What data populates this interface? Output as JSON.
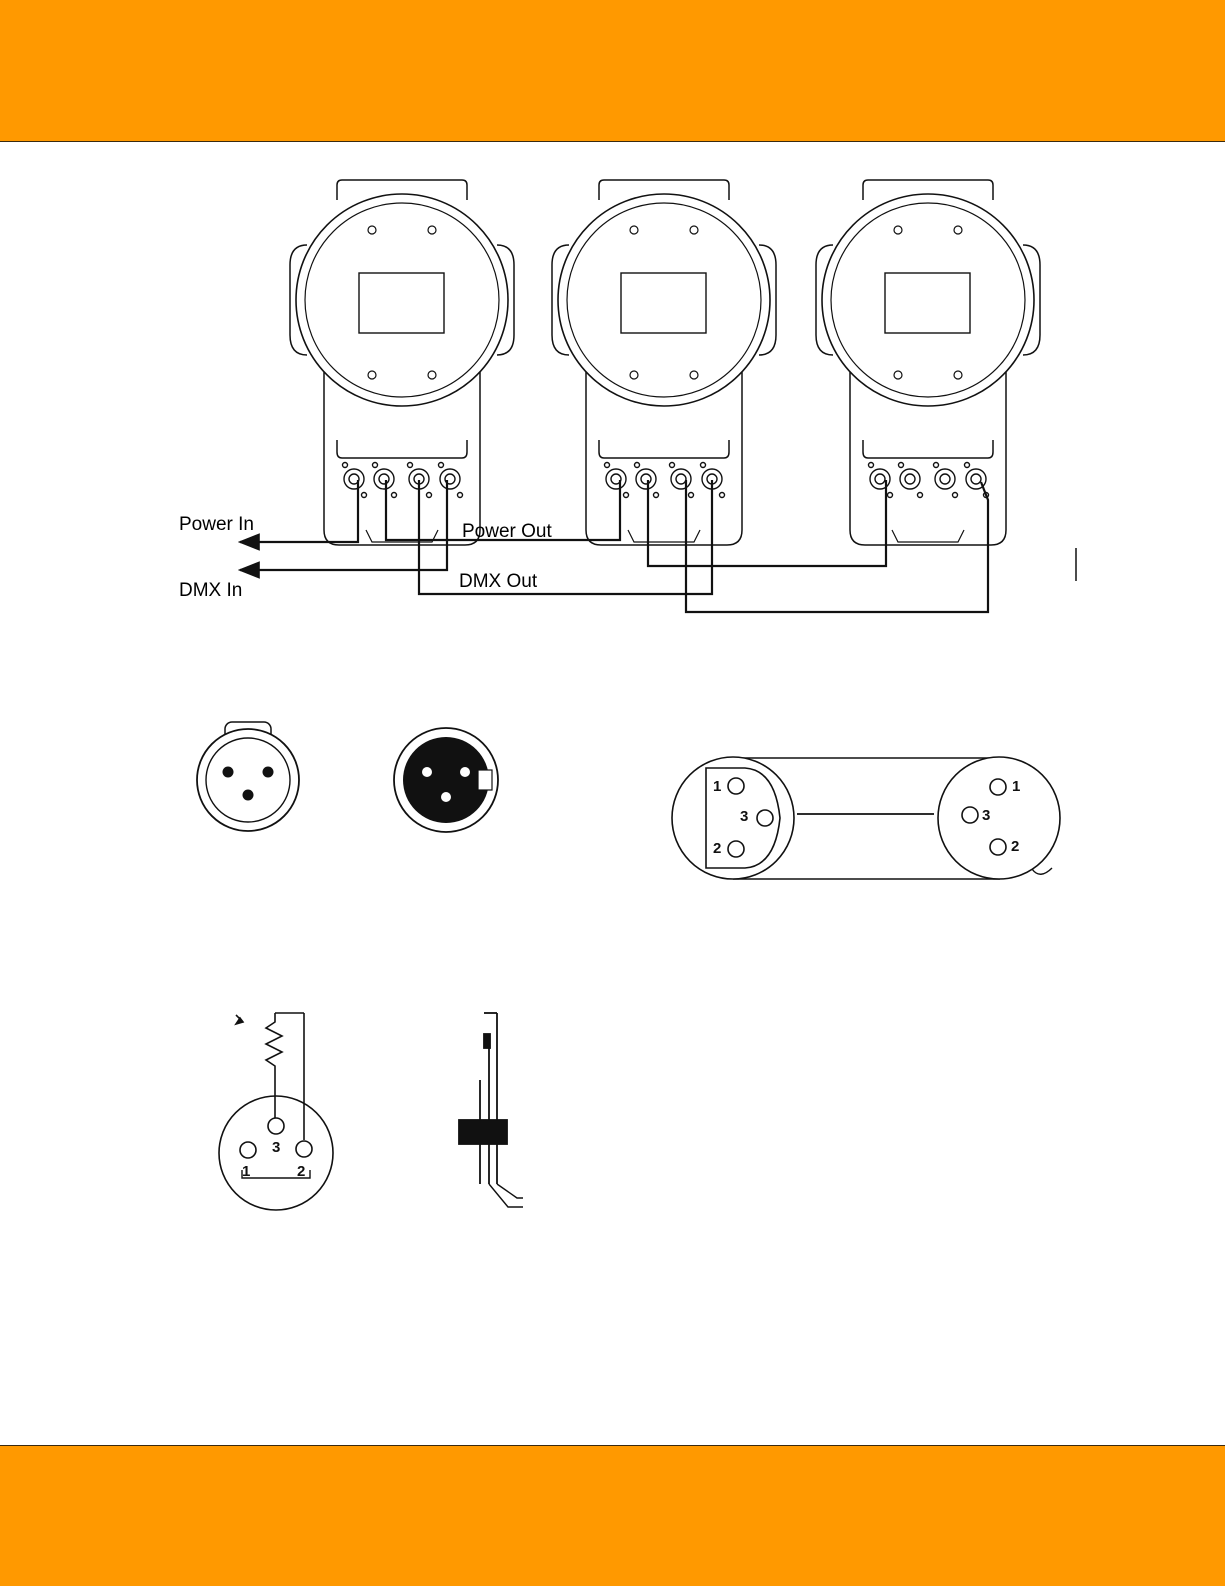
{
  "theme": {
    "band_color": "#ff9900",
    "line_color": "#111111"
  },
  "wiring": {
    "power_in": "Power In",
    "power_out": "Power Out",
    "dmx_in": "DMX In",
    "dmx_out": "DMX Out"
  },
  "cable": {
    "left_pins": [
      "1",
      "3",
      "2"
    ],
    "right_pins": [
      "1",
      "3",
      "2"
    ]
  },
  "terminator": {
    "pins": [
      "3",
      "1",
      "2"
    ]
  }
}
